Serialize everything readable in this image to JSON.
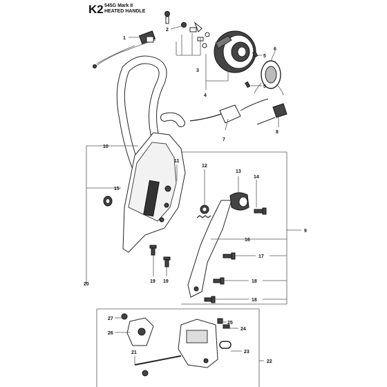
{
  "header": {
    "code": "K2",
    "model": "545G Mark II",
    "title": "HEATED HANDLE"
  },
  "callouts": [
    {
      "id": "c1",
      "text": "1"
    },
    {
      "id": "c2",
      "text": "2"
    },
    {
      "id": "c3",
      "text": "3"
    },
    {
      "id": "c4",
      "text": "4"
    },
    {
      "id": "c5a",
      "text": "5"
    },
    {
      "id": "c5b",
      "text": "5"
    },
    {
      "id": "c6",
      "text": "6"
    },
    {
      "id": "c7",
      "text": "7"
    },
    {
      "id": "c8",
      "text": "8"
    },
    {
      "id": "c9",
      "text": "9"
    },
    {
      "id": "c10",
      "text": "10"
    },
    {
      "id": "c11",
      "text": "11"
    },
    {
      "id": "c12",
      "text": "12"
    },
    {
      "id": "c13",
      "text": "13"
    },
    {
      "id": "c14",
      "text": "14"
    },
    {
      "id": "c15",
      "text": "15"
    },
    {
      "id": "c16",
      "text": "16"
    },
    {
      "id": "c17",
      "text": "17"
    },
    {
      "id": "c18a",
      "text": "18"
    },
    {
      "id": "c18b",
      "text": "18"
    },
    {
      "id": "c19a",
      "text": "19"
    },
    {
      "id": "c19b",
      "text": "19"
    },
    {
      "id": "c20",
      "text": "20"
    },
    {
      "id": "c21",
      "text": "21"
    },
    {
      "id": "c22",
      "text": "22"
    },
    {
      "id": "c23",
      "text": "23"
    },
    {
      "id": "c24",
      "text": "24"
    },
    {
      "id": "c25",
      "text": "25"
    },
    {
      "id": "c26",
      "text": "26"
    },
    {
      "id": "c27",
      "text": "27"
    }
  ]
}
